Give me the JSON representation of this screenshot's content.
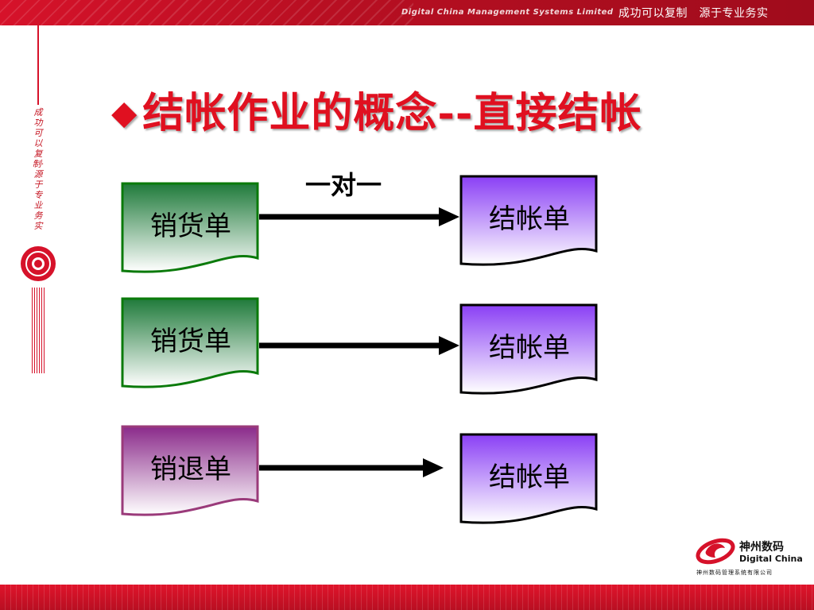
{
  "header": {
    "company_en": "Digital China Management Systems Limited",
    "slogan": "成功可以复制　源于专业务实"
  },
  "sidebar": {
    "vertical_slogan": "成功可以复制·源于专业务实"
  },
  "title": {
    "bullet": "◆",
    "text": "结帐作业的概念--直接结帐"
  },
  "diagram": {
    "relation_label": "一对一",
    "rows": [
      {
        "source": "销货单",
        "target": "结帐单",
        "source_color": "#0a7a0a",
        "source_fill_top": "#1f7a3a"
      },
      {
        "source": "销货单",
        "target": "结帐单",
        "source_color": "#0a7a0a",
        "source_fill_top": "#1f7a3a"
      },
      {
        "source": "销退单",
        "target": "结帐单",
        "source_color": "#9a3a7a",
        "source_fill_top": "#8a2a8a"
      }
    ],
    "target_fill_top": "#8a3ff5",
    "target_border": "#000000"
  },
  "logo": {
    "name_cn": "神州数码",
    "name_en": "Digital China",
    "full_name": "神州数码管理系统有限公司"
  }
}
